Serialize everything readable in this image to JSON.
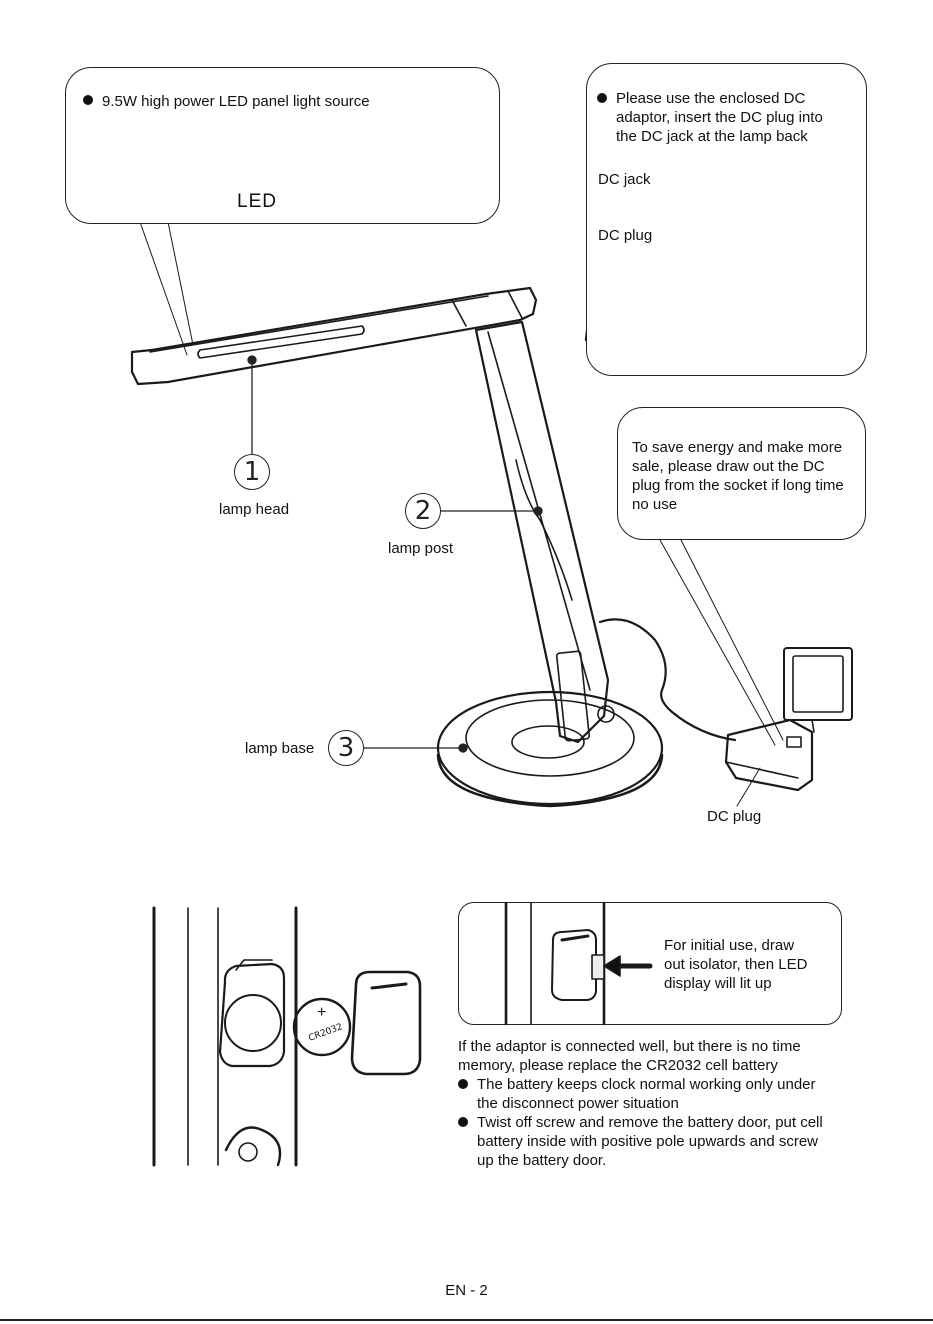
{
  "callouts": {
    "led_source": "9.5W high power LED panel light source",
    "led_label": "LED",
    "adaptor_line1": "Please use the enclosed DC",
    "adaptor_line2": "adaptor, insert the DC plug into",
    "adaptor_line3": "the DC jack at the lamp back",
    "dc_jack": "DC jack",
    "dc_plug_top": "DC plug",
    "energy_line1": "To save energy and make more",
    "energy_line2": "sale, please draw out the DC",
    "energy_line3": "plug from the socket if long time",
    "energy_line4": "no use",
    "isolator_line1": "For initial use, draw",
    "isolator_line2": "out isolator, then LED",
    "isolator_line3": "display will lit up",
    "dc_plug_bottom": "DC plug"
  },
  "parts": [
    {
      "number": "1",
      "label": "lamp head"
    },
    {
      "number": "2",
      "label": "lamp post"
    },
    {
      "number": "3",
      "label": "lamp base"
    }
  ],
  "battery": {
    "coin_label": "CR2032",
    "coin_sign": "+",
    "intro_line1": "If the adaptor is connected well, but there is no time",
    "intro_line2": "memory, please replace the CR2032 cell battery",
    "bullet1_line1": "The battery keeps clock normal working only under",
    "bullet1_line2": "the disconnect power situation",
    "bullet2_line1": "Twist off screw and remove the battery door, put cell",
    "bullet2_line2": "battery inside with positive pole upwards and screw",
    "bullet2_line3": "up the battery door."
  },
  "footer": {
    "page": "EN - 2"
  }
}
